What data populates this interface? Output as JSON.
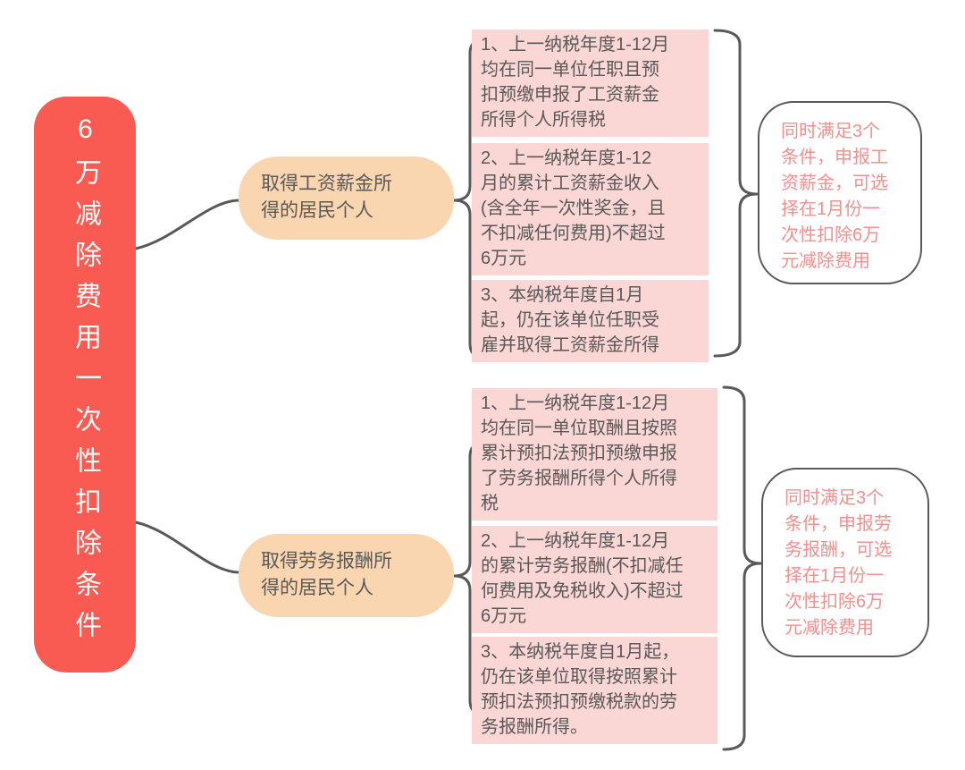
{
  "title": "6万减除费用一次性扣除条件",
  "theme": {
    "root_bg": "#F95B53",
    "root_text": "#FFFFFF",
    "branch_bg": "#F9D5B0",
    "condition_bg": "#FAD6D4",
    "result_border": "#595959",
    "result_text": "#F28F8F",
    "line": "#595959",
    "text": "#595959",
    "canvas_bg": "#FFFFFF"
  },
  "root": {
    "label": "6万减除费用一次性扣除条件"
  },
  "branches": [
    {
      "label": "取得工资薪金所\n得的居民个人",
      "conditions": [
        "1、上一纳税年度1-12月\n均在同一单位任职且预\n扣预缴申报了工资薪金\n所得个人所得税",
        "2、上一纳税年度1-12\n月的累计工资薪金收入\n(含全年一次性奖金，且\n不扣减任何费用)不超过\n6万元",
        "3、本纳税年度自1月\n起，仍在该单位任职受\n雇并取得工资薪金所得"
      ],
      "result": "同时满足3个\n条件，申报工\n资薪金，可选\n择在1月份一\n次性扣除6万\n元减除费用"
    },
    {
      "label": "取得劳务报酬所\n得的居民个人",
      "conditions": [
        "1、上一纳税年度1-12月\n均在同一单位取酬且按照\n累计预扣法预扣预缴申报\n了劳务报酬所得个人所得\n税",
        "2、上一纳税年度1-12月\n的累计劳务报酬(不扣减任\n何费用及免税收入)不超过\n6万元",
        "3、本纳税年度自1月起，\n仍在该单位取得按照累计\n预扣法预扣预缴税款的劳\n务报酬所得。"
      ],
      "result": "同时满足3个\n条件，申报劳\n务报酬，可选\n择在1月份一\n次性扣除6万\n元减除费用"
    }
  ]
}
